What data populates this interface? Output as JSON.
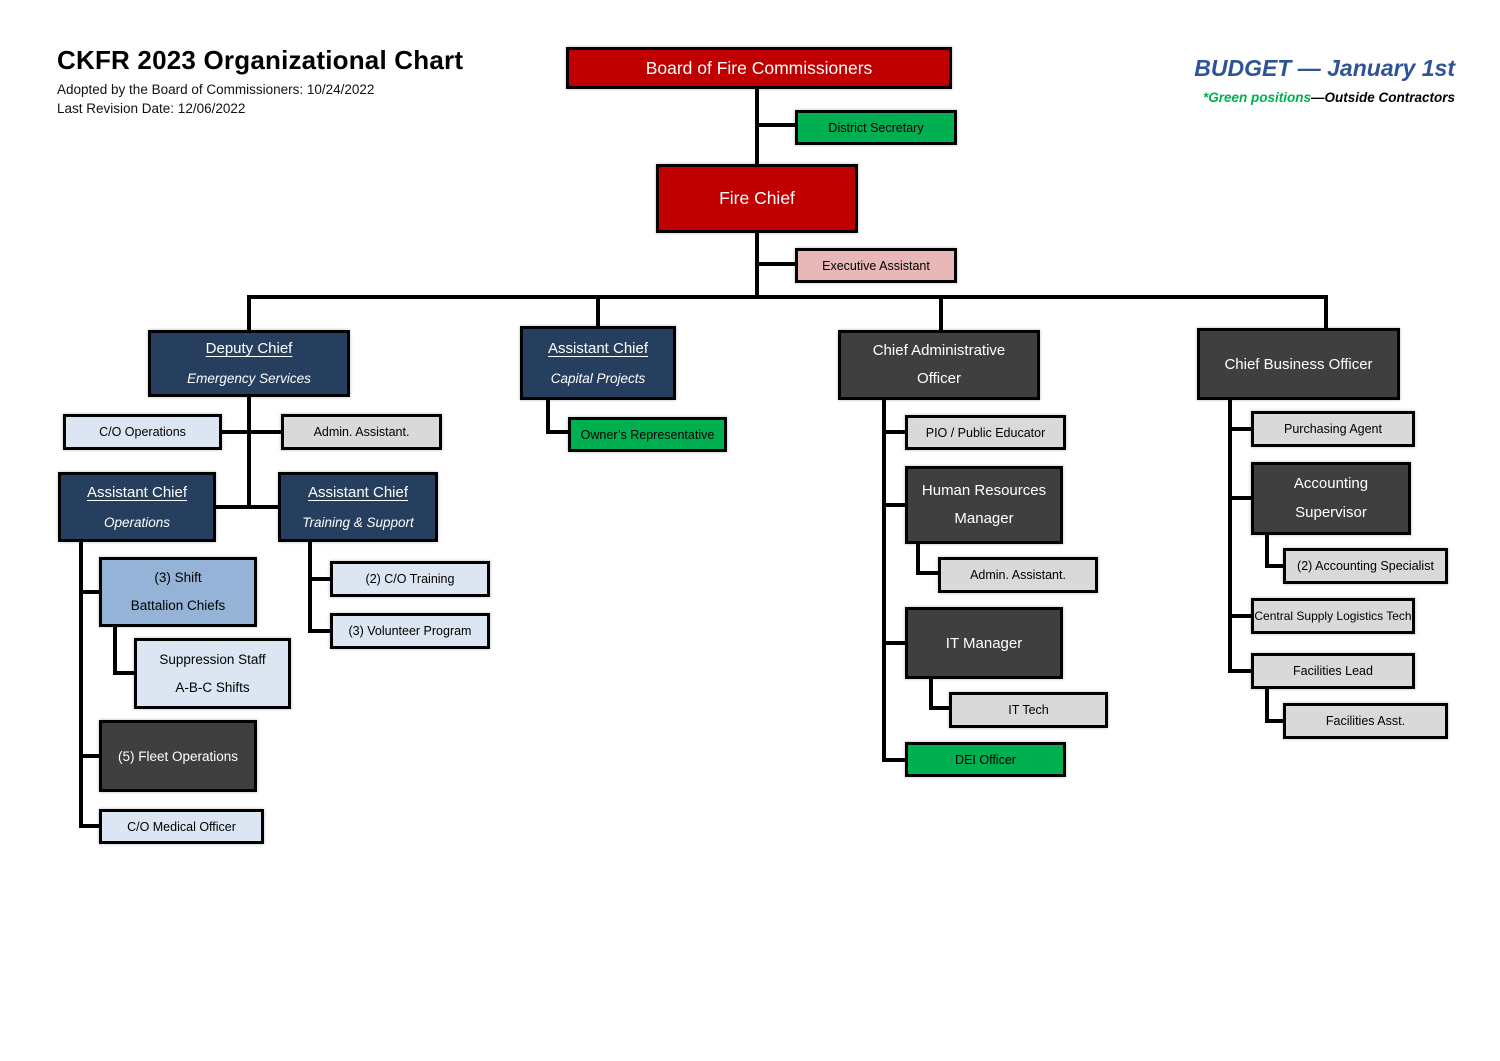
{
  "header": {
    "title": "CKFR 2023 Organizational Chart",
    "adopted_line": "Adopted by the Board of Commissioners: 10/24/2022",
    "revision_line": "Last Revision Date: 12/06/2022"
  },
  "legend": {
    "budget_label": "BUDGET — January 1st",
    "note_green_part": "*Green positions",
    "note_black_part": "—Outside Contractors"
  },
  "colors": {
    "box_red": "#C00000",
    "box_green": "#00B050",
    "box_pink": "#E8B8B8",
    "box_navy": "#273F5E",
    "box_medium_blue": "#95B3D7",
    "box_light_blue": "#DCE6F2",
    "box_dark_gray": "#3F3F3F",
    "box_light_gray": "#D9D9D9",
    "budget_text_blue": "#2F5496",
    "connector_black": "#000000"
  },
  "nodes": {
    "board": {
      "label": "Board of Fire Commissioners"
    },
    "district_secretary": {
      "label": "District Secretary"
    },
    "fire_chief": {
      "label": "Fire Chief"
    },
    "executive_assistant": {
      "label": "Executive Assistant"
    },
    "deputy_chief": {
      "title": "Deputy Chief",
      "subtitle": "Emergency Services"
    },
    "co_operations": {
      "label": "C/O Operations"
    },
    "admin_assistant_deputy": {
      "label": "Admin. Assistant."
    },
    "ac_operations": {
      "title": "Assistant Chief",
      "subtitle": "Operations"
    },
    "ac_training": {
      "title": "Assistant Chief",
      "subtitle": "Training & Support"
    },
    "shift_battalion_chiefs": {
      "line1": "(3) Shift",
      "line2": "Battalion Chiefs"
    },
    "suppression_staff": {
      "line1": "Suppression Staff",
      "line2": "A-B-C Shifts"
    },
    "fleet_operations": {
      "label": "(5) Fleet Operations"
    },
    "co_medical_officer": {
      "label": "C/O Medical Officer"
    },
    "co_training": {
      "label": "(2) C/O Training"
    },
    "volunteer_program": {
      "label": "(3) Volunteer Program"
    },
    "ac_capital": {
      "title": "Assistant Chief",
      "subtitle": "Capital Projects"
    },
    "owners_representative": {
      "label": "Owner’s Representative"
    },
    "cao": {
      "line1": "Chief Administrative",
      "line2": "Officer"
    },
    "pio": {
      "label": "PIO / Public Educator"
    },
    "hr_manager": {
      "line1": "Human Resources",
      "line2": "Manager"
    },
    "admin_assistant_hr": {
      "label": "Admin. Assistant."
    },
    "it_manager": {
      "label": "IT Manager"
    },
    "it_tech": {
      "label": "IT Tech"
    },
    "dei_officer": {
      "label": "DEI Officer"
    },
    "cbo": {
      "label": "Chief Business Officer"
    },
    "purchasing_agent": {
      "label": "Purchasing Agent"
    },
    "accounting_supervisor": {
      "line1": "Accounting",
      "line2": "Supervisor"
    },
    "accounting_specialist": {
      "label": "(2) Accounting Specialist"
    },
    "central_supply": {
      "label": "Central Supply Logistics Tech"
    },
    "facilities_lead": {
      "label": "Facilities Lead"
    },
    "facilities_asst": {
      "label": "Facilities Asst."
    }
  },
  "hierarchy": {
    "Board of Fire Commissioners": {
      "District Secretary": {},
      "Fire Chief": {
        "Executive Assistant": {},
        "Deputy Chief — Emergency Services": {
          "C/O Operations": {},
          "Admin. Assistant.": {},
          "Assistant Chief — Operations": {
            "(3) Shift Battalion Chiefs": {
              "Suppression Staff A-B-C Shifts": {}
            },
            "(5) Fleet Operations": {},
            "C/O Medical Officer": {}
          },
          "Assistant Chief — Training & Support": {
            "(2) C/O Training": {},
            "(3) Volunteer Program": {}
          }
        },
        "Assistant Chief — Capital Projects": {
          "Owner’s Representative": {}
        },
        "Chief Administrative Officer": {
          "PIO / Public Educator": {},
          "Human Resources Manager": {
            "Admin. Assistant.": {}
          },
          "IT Manager": {
            "IT Tech": {}
          },
          "DEI Officer": {}
        },
        "Chief Business Officer": {
          "Purchasing Agent": {},
          "Accounting Supervisor": {
            "(2) Accounting Specialist": {}
          },
          "Central Supply Logistics Tech": {},
          "Facilities Lead": {
            "Facilities Asst.": {}
          }
        }
      }
    }
  }
}
